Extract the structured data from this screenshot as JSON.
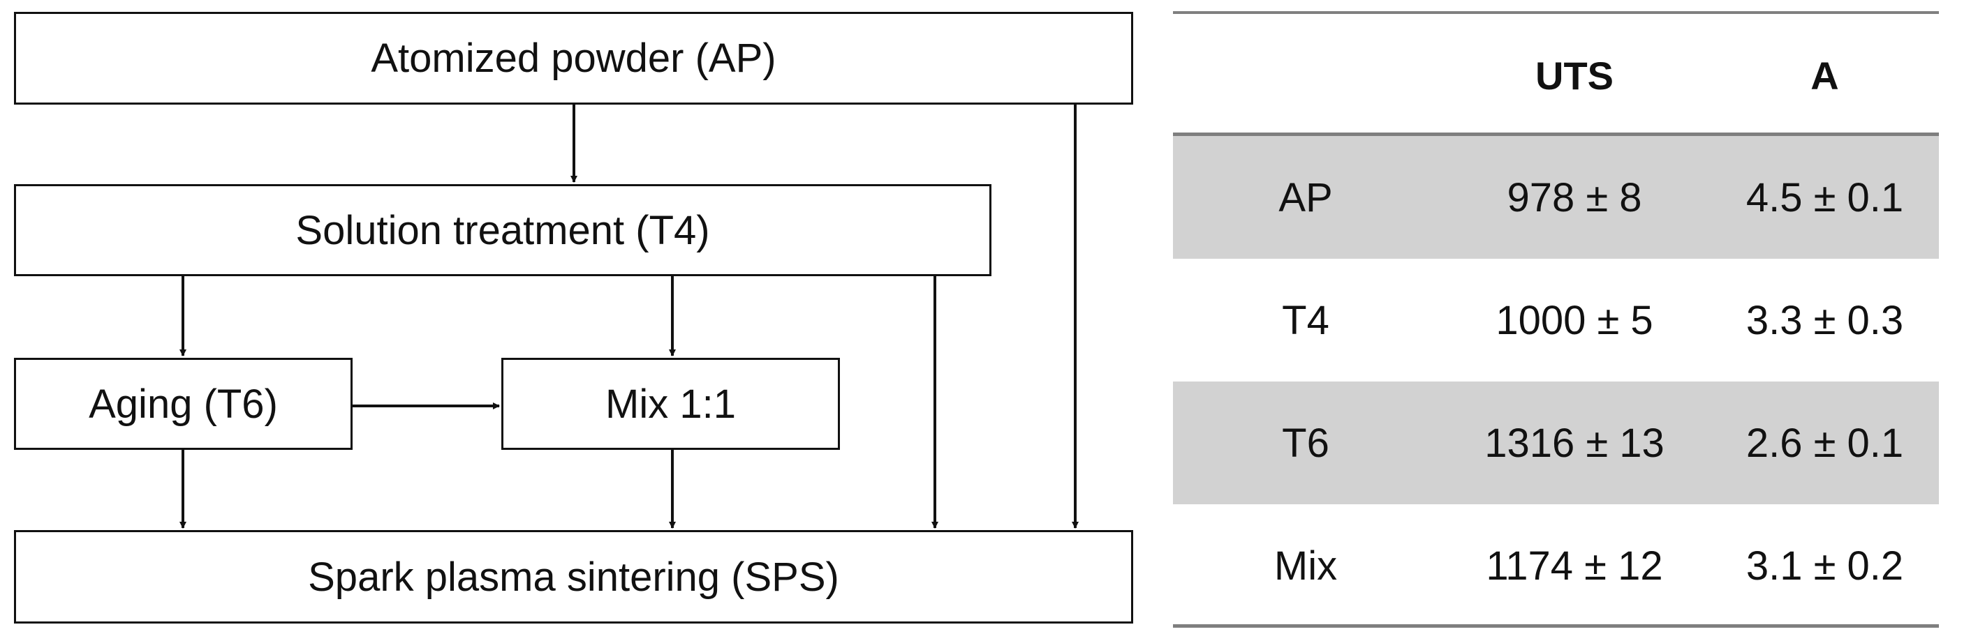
{
  "flowchart": {
    "atomized_powder": "Atomized powder (AP)",
    "solution_treatment": "Solution treatment (T4)",
    "aging": "Aging (T6)",
    "mix": "Mix 1:1",
    "sps": "Spark plasma sintering (SPS)"
  },
  "table": {
    "headers": [
      "",
      "UTS",
      "A"
    ],
    "rows": [
      {
        "sample": "AP",
        "uts": "978 ± 8",
        "a": "4.5 ± 0.1",
        "shaded": true
      },
      {
        "sample": "T4",
        "uts": "1000 ± 5",
        "a": "3.3 ± 0.3",
        "shaded": false
      },
      {
        "sample": "T6",
        "uts": "1316 ± 13",
        "a": "2.6 ± 0.1",
        "shaded": true
      },
      {
        "sample": "Mix",
        "uts": "1174 ± 12",
        "a": "3.1 ± 0.2",
        "shaded": false
      }
    ],
    "shade_color": "#d2d2d2",
    "rule_color": "#7f7f7f"
  }
}
